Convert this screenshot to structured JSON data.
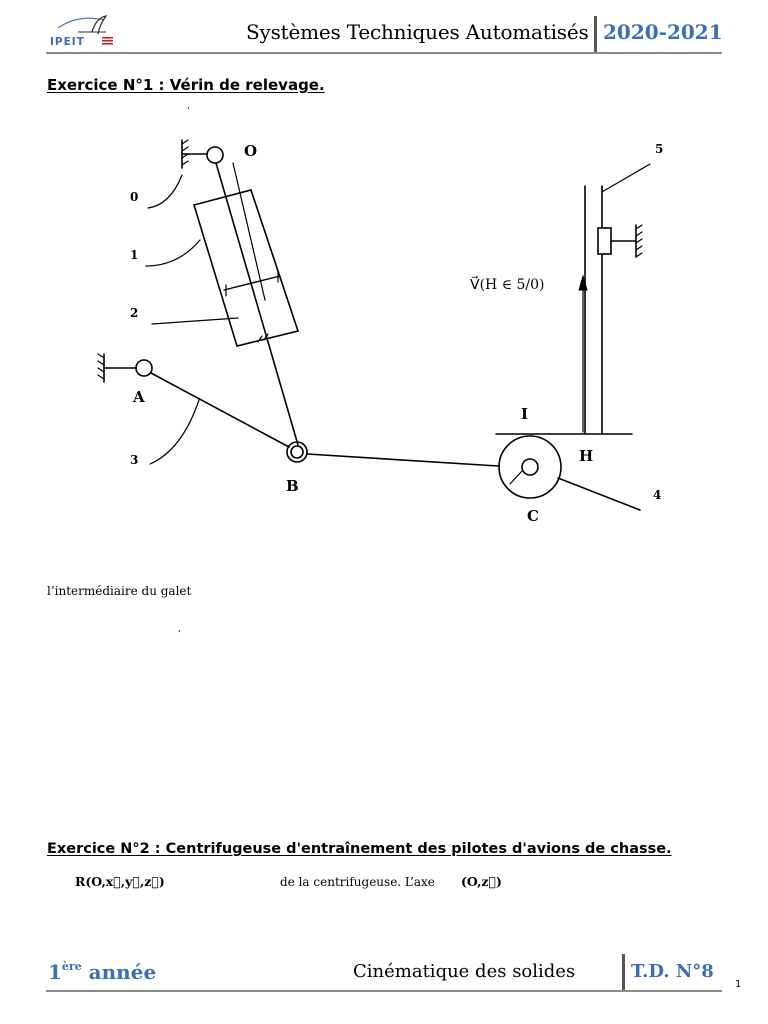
{
  "header": {
    "logo_text": "IPEIT",
    "title": "Systèmes Techniques Automatisés",
    "year": "2020-2021"
  },
  "exercise1": {
    "heading": "Exercice N°1 : Vérin de relevage.",
    "mark_top": ",",
    "text": "l’intermédiaire du galet",
    "mark_bottom": ","
  },
  "diagram": {
    "points": {
      "O": "O",
      "A": "A",
      "B": "B",
      "C": "C",
      "H": "H",
      "I": "I"
    },
    "parts": {
      "p0": "0",
      "p1": "1",
      "p2": "2",
      "p3": "3",
      "p4": "4",
      "p5": "5"
    },
    "velocity_label": "V⃗(H ∈ 5/0)"
  },
  "exercise2": {
    "heading": "Exercice N°2 : Centrifugeuse d'entraînement des pilotes d'avions de chasse.",
    "math_left": "R(O,x⃗,y⃗,z⃗)",
    "text_right": "de la centrifugeuse. L’axe",
    "math_right": "(O,z⃗)"
  },
  "footer": {
    "year_number": "1",
    "year_suffix": "ère",
    "year_word": " année",
    "course": "Cinématique des solides",
    "td": "T.D. N°8",
    "page_number": "1"
  },
  "colors": {
    "accent": "#3a6eb5",
    "logo_red": "#c8202a",
    "rule": "#8c8c8c"
  }
}
